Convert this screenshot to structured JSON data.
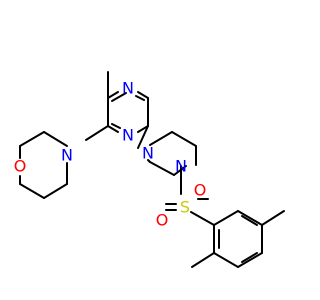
{
  "molecule": {
    "atoms": {
      "n_pyr_top": "N",
      "n_pyr_bottom": "N",
      "n_morph": "N",
      "o_morph": "O",
      "n_pip_left": "N",
      "n_pip_right": "N",
      "s_sulfonyl": "S",
      "o_sulfonyl_top": "O",
      "o_sulfonyl_bottom": "O"
    }
  },
  "colors": {
    "bond": "#000000",
    "nitrogen": "#0000ff",
    "oxygen": "#ff0000",
    "sulfur": "#cccc00"
  }
}
